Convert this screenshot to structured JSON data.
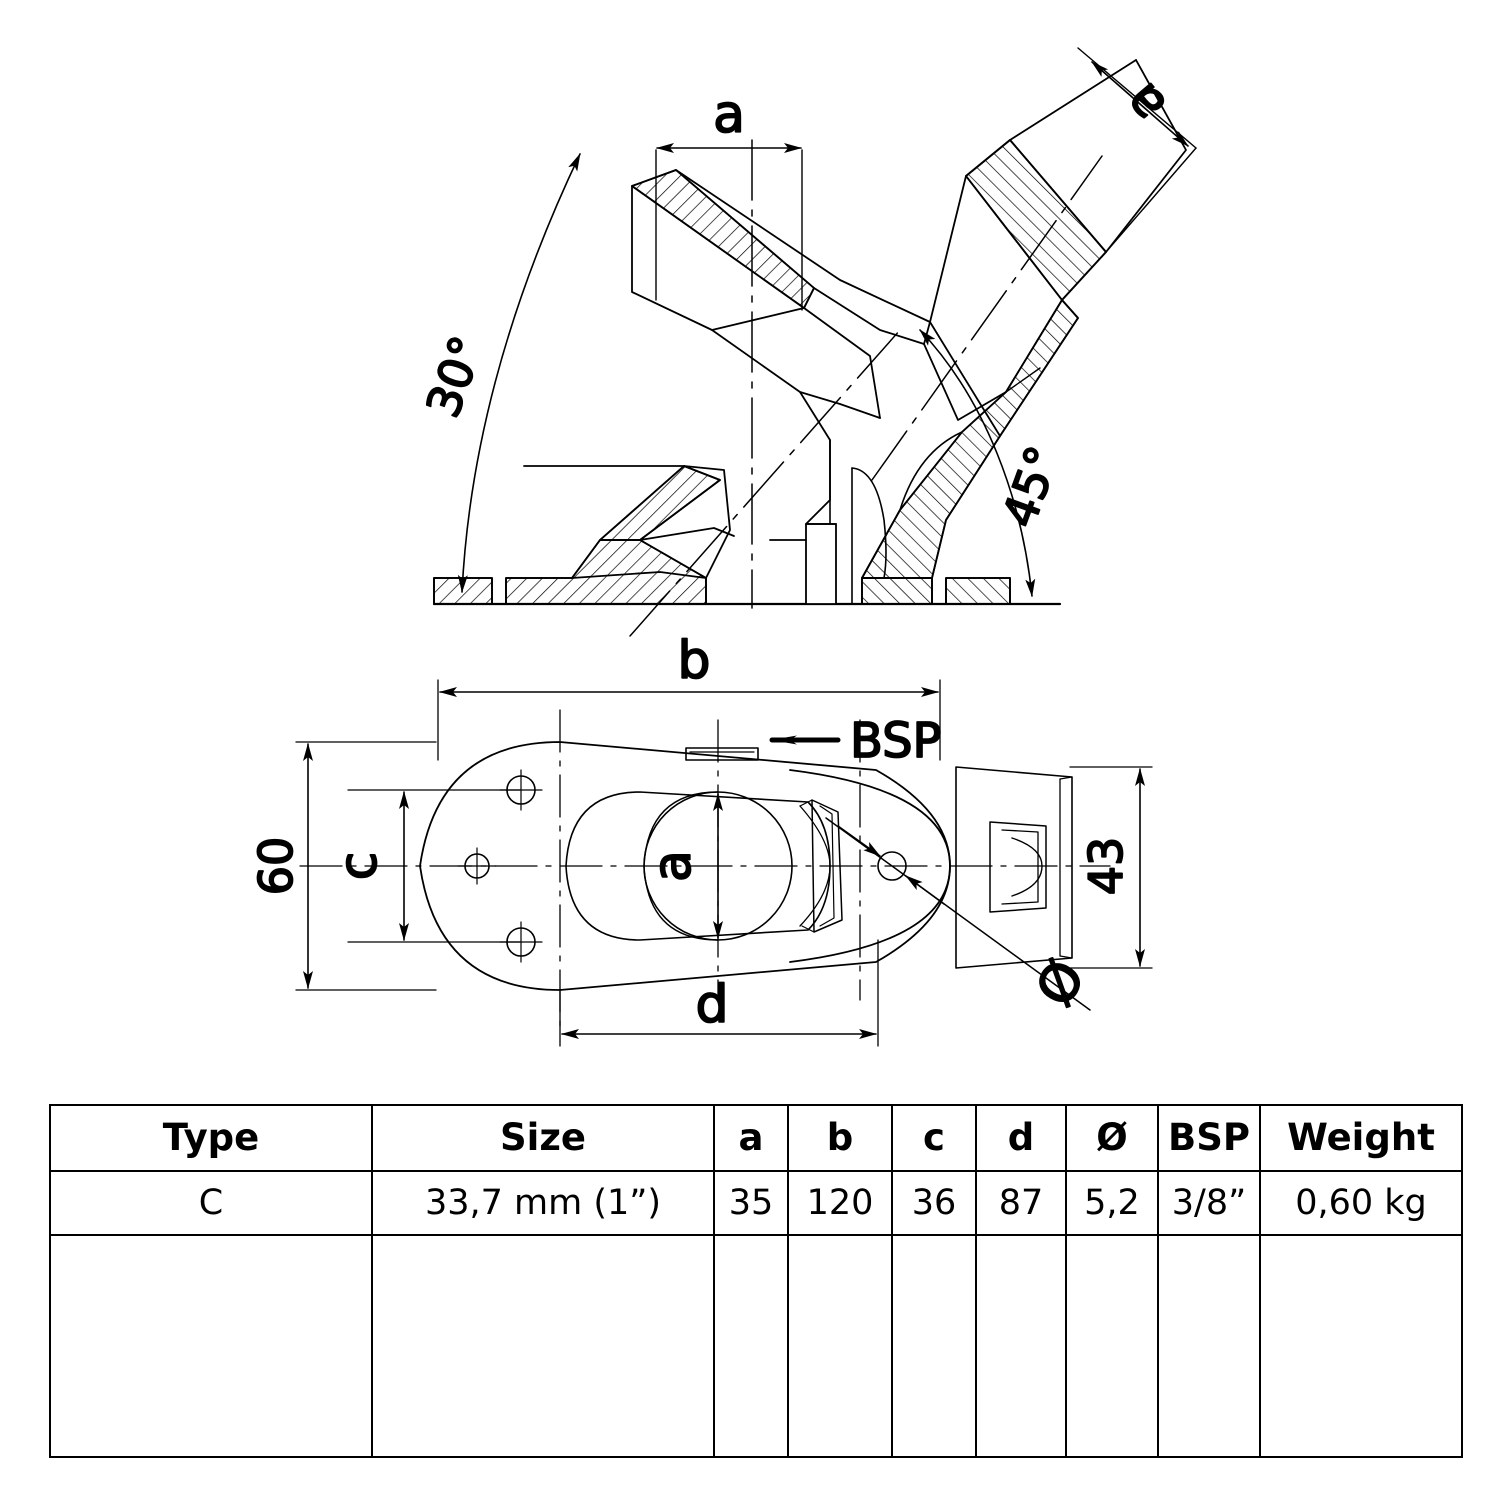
{
  "drawing": {
    "title_present": false,
    "views": {
      "elevation": {
        "name": "sectional-elevation-view",
        "labels": {
          "angle_left": "30°",
          "angle_right": "45°",
          "dim_a_vertical_tube": "a",
          "dim_a_inclined_tube": "a"
        }
      },
      "plan": {
        "name": "plan-view",
        "labels": {
          "dim_b": "b",
          "dim_c": "c",
          "dim_d": "d",
          "dim_a": "a",
          "dim_60": "60",
          "dim_43": "43",
          "dim_diameter": "Ø",
          "callout_bsp": "BSP"
        }
      }
    },
    "colors": {
      "line": "#000000",
      "background": "#ffffff",
      "hatch": "#000000"
    }
  },
  "table": {
    "headers": [
      "Type",
      "Size",
      "a",
      "b",
      "c",
      "d",
      "Ø",
      "BSP",
      "Weight"
    ],
    "rows": [
      {
        "type": "C",
        "size": "33,7 mm (1”)",
        "a": "35",
        "b": "120",
        "c": "36",
        "d": "87",
        "diameter": "5,2",
        "bsp": "3/8”",
        "weight": "0,60 kg"
      }
    ],
    "empty_rows": 1
  }
}
